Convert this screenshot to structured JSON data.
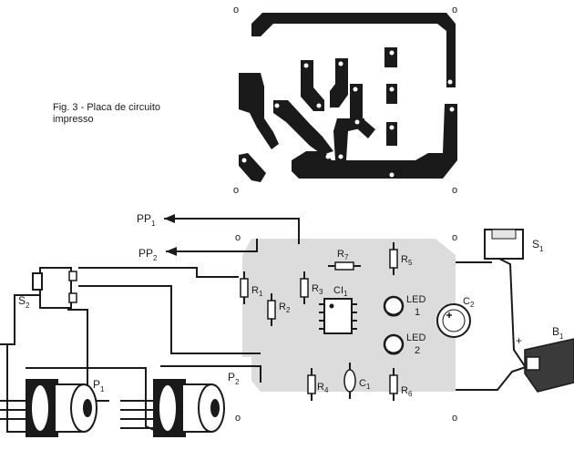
{
  "figure": {
    "caption_line1": "Fig. 3 - Placa de circuito",
    "caption_line2": "impresso"
  },
  "labels": {
    "pp1": "PP",
    "pp1_sub": "1",
    "pp2": "PP",
    "pp2_sub": "2",
    "s1": "S",
    "s1_sub": "1",
    "s2": "S",
    "s2_sub": "2",
    "p1": "P",
    "p1_sub": "1",
    "p2": "P",
    "p2_sub": "2",
    "b1": "B",
    "b1_sub": "1",
    "r1": "R",
    "r1_sub": "1",
    "r2": "R",
    "r2_sub": "2",
    "r3": "R",
    "r3_sub": "3",
    "r4": "R",
    "r4_sub": "4",
    "r5": "R",
    "r5_sub": "5",
    "r6": "R",
    "r6_sub": "6",
    "r7": "R",
    "r7_sub": "7",
    "ci1": "CI",
    "ci1_sub": "1",
    "c1": "C",
    "c1_sub": "1",
    "c2": "C",
    "c2_sub": "2",
    "led1": "LED",
    "led1_num": "1",
    "led2": "LED",
    "led2_num": "2",
    "plus": "+",
    "mounting_hole": "o"
  }
}
